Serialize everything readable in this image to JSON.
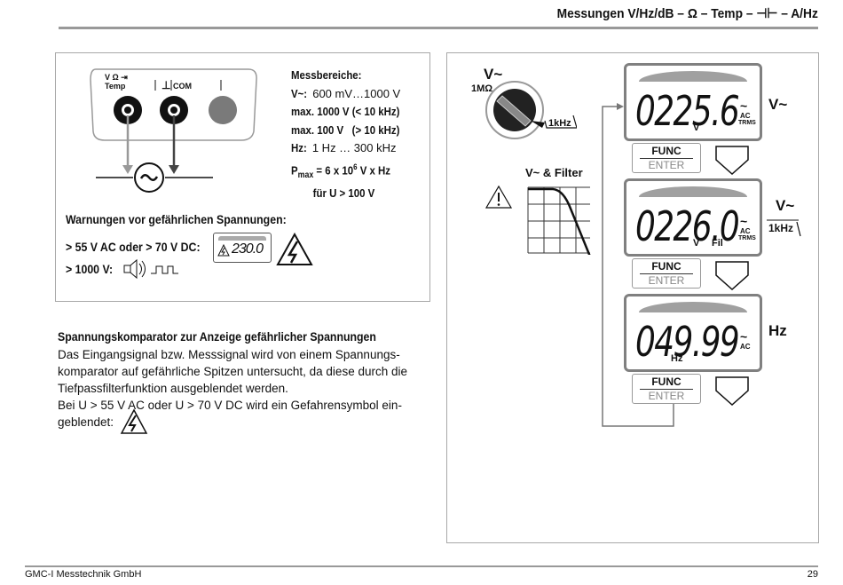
{
  "header": {
    "title": "Messungen V/Hz/dB – Ω – Temp – ⊣⊢ – A/Hz"
  },
  "footer": {
    "company": "GMC-I Messtechnik GmbH",
    "page": "29"
  },
  "terminals": {
    "input_label": "V Ω",
    "diode_symbol": "⇥",
    "temp_label": "Temp",
    "ground_symbol": "⊥",
    "com_label": "COM"
  },
  "ranges": {
    "heading": "Messbereiche:",
    "v_key": "V~:",
    "v_value": "600 mV…1000 V",
    "line2": "max. 1000 V (< 10 kHz)",
    "line3": "max. 100 V   (> 10 kHz)",
    "hz_key": "Hz:",
    "hz_value": "1 Hz … 300 kHz",
    "pmax_p": "P",
    "pmax_sub": "max",
    "pmax_mid": " = 6 x 10",
    "pmax_sup": "6",
    "pmax_end": " V x Hz",
    "pmax_cond": "für U > 100 V"
  },
  "warnings": {
    "heading": "Warnungen vor gefährlichen Spannungen:",
    "cond1": "> 55 V AC  oder > 70 V DC:",
    "mini_display": "230.0",
    "cond2": "> 1000 V:"
  },
  "comparator": {
    "heading": "Spannungskomparator zur Anzeige gefährlicher Spannungen",
    "lines": [
      "Das Eingangsignal bzw. Messsignal wird von einem Spannungs-",
      "komparator auf gefährliche Spitzen untersucht, da diese durch die",
      "Tiefpassfilterfunktion ausgeblendet werden.",
      "Bei U > 55 V AC oder U > 70 V DC wird ein Gefahrensymbol ein-",
      "geblendet:"
    ]
  },
  "switch": {
    "label": "V~",
    "impedance": "1MΩ",
    "filter_tag": "1kHz"
  },
  "filter": {
    "label": "V~ & Filter"
  },
  "displays": [
    {
      "value": "0225.6",
      "unit": "V",
      "sub": "",
      "ac": "AC",
      "trms": "TRMS",
      "side_label": "V~",
      "side_sub": ""
    },
    {
      "value": "0226.0",
      "unit": "V",
      "sub": "Fil",
      "ac": "AC",
      "trms": "TRMS",
      "side_label": "V~",
      "side_sub": "1kHz"
    },
    {
      "value": "049.99",
      "unit": "Hz",
      "sub": "",
      "ac": "AC",
      "trms": "",
      "side_label": "Hz",
      "side_sub": ""
    }
  ],
  "func_button": {
    "label": "FUNC",
    "sub": "ENTER"
  }
}
